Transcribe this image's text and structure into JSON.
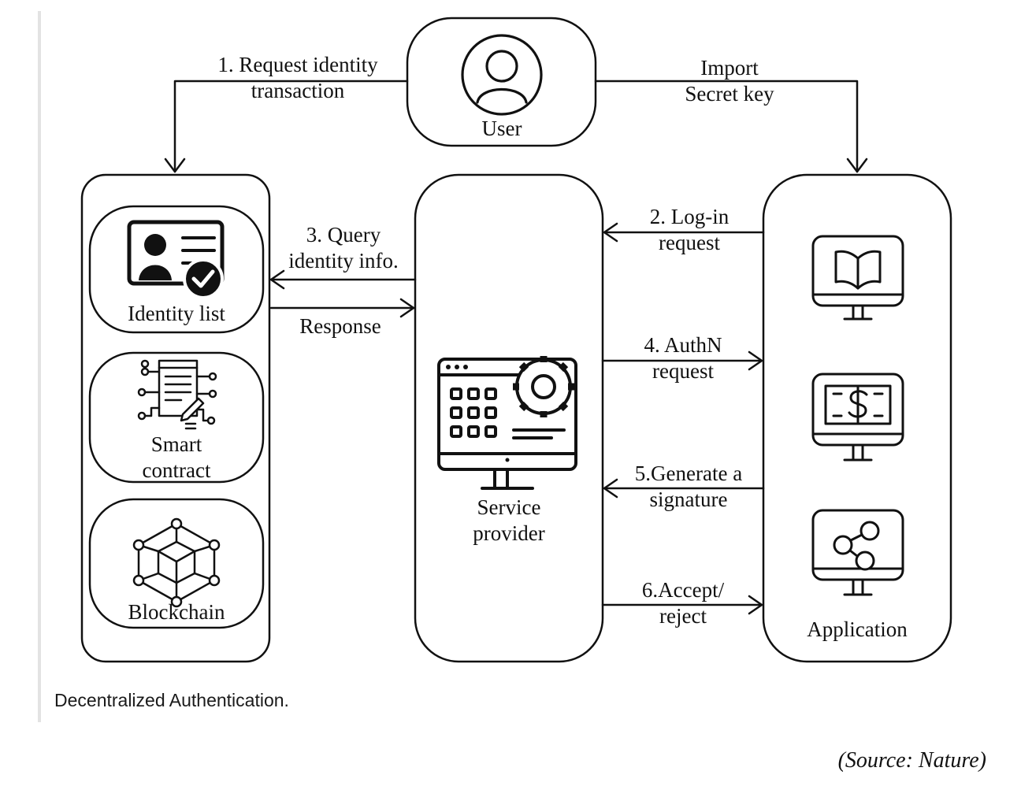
{
  "diagram": {
    "user_label": "User",
    "arrow_request_identity": [
      "1. Request identity",
      "transaction"
    ],
    "arrow_import_key": [
      "Import",
      "Secret key"
    ],
    "arrow_query": [
      "3. Query",
      "identity info."
    ],
    "arrow_response": "Response",
    "arrow_login": [
      "2. Log-in",
      "request"
    ],
    "arrow_authn": [
      "4. AuthN",
      "request"
    ],
    "arrow_signature": [
      "5.Generate a",
      "signature"
    ],
    "arrow_accept": [
      "6.Accept/",
      "reject"
    ],
    "identity_list_label": "Identity list",
    "smart_contract_label": [
      "Smart",
      "contract"
    ],
    "blockchain_label": "Blockchain",
    "service_provider_label": [
      "Service",
      "provider"
    ],
    "application_label": "Application",
    "icons": [
      "user-icon",
      "identity-card-icon",
      "smart-contract-icon",
      "blockchain-icon",
      "service-provider-monitor-icon",
      "book-monitor-icon",
      "money-monitor-icon",
      "share-monitor-icon"
    ]
  },
  "caption": "Decentralized Authentication.",
  "source": "(Source: Nature)"
}
